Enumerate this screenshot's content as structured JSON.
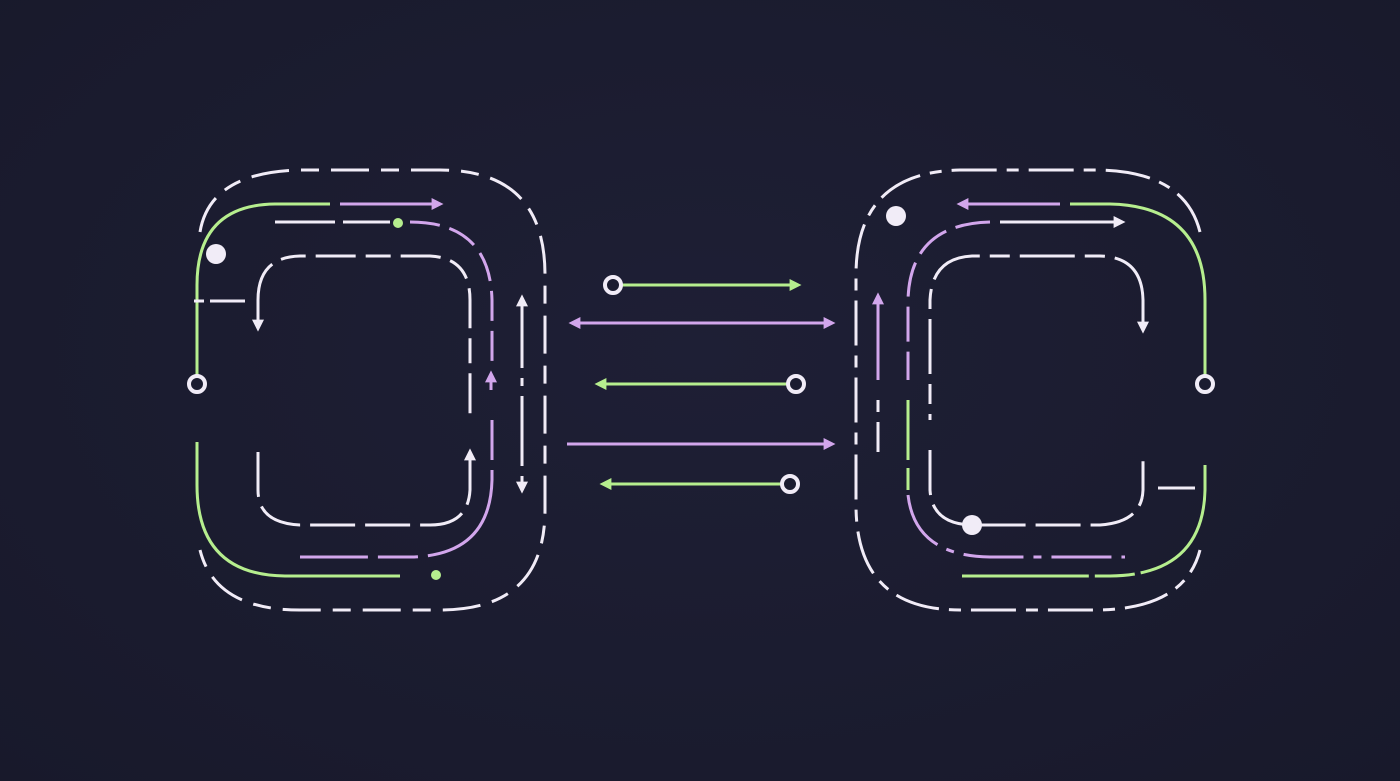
{
  "colors": {
    "background": "#1b1c30",
    "white": "#f1ecf7",
    "purple": "#d2a6ec",
    "green": "#b6ee8e"
  },
  "illustration": {
    "left_shape": "dashed-rounded-square-link",
    "right_shape": "dashed-c-shaped-link",
    "connector_arrows": [
      "right",
      "both",
      "left",
      "right",
      "left"
    ]
  }
}
